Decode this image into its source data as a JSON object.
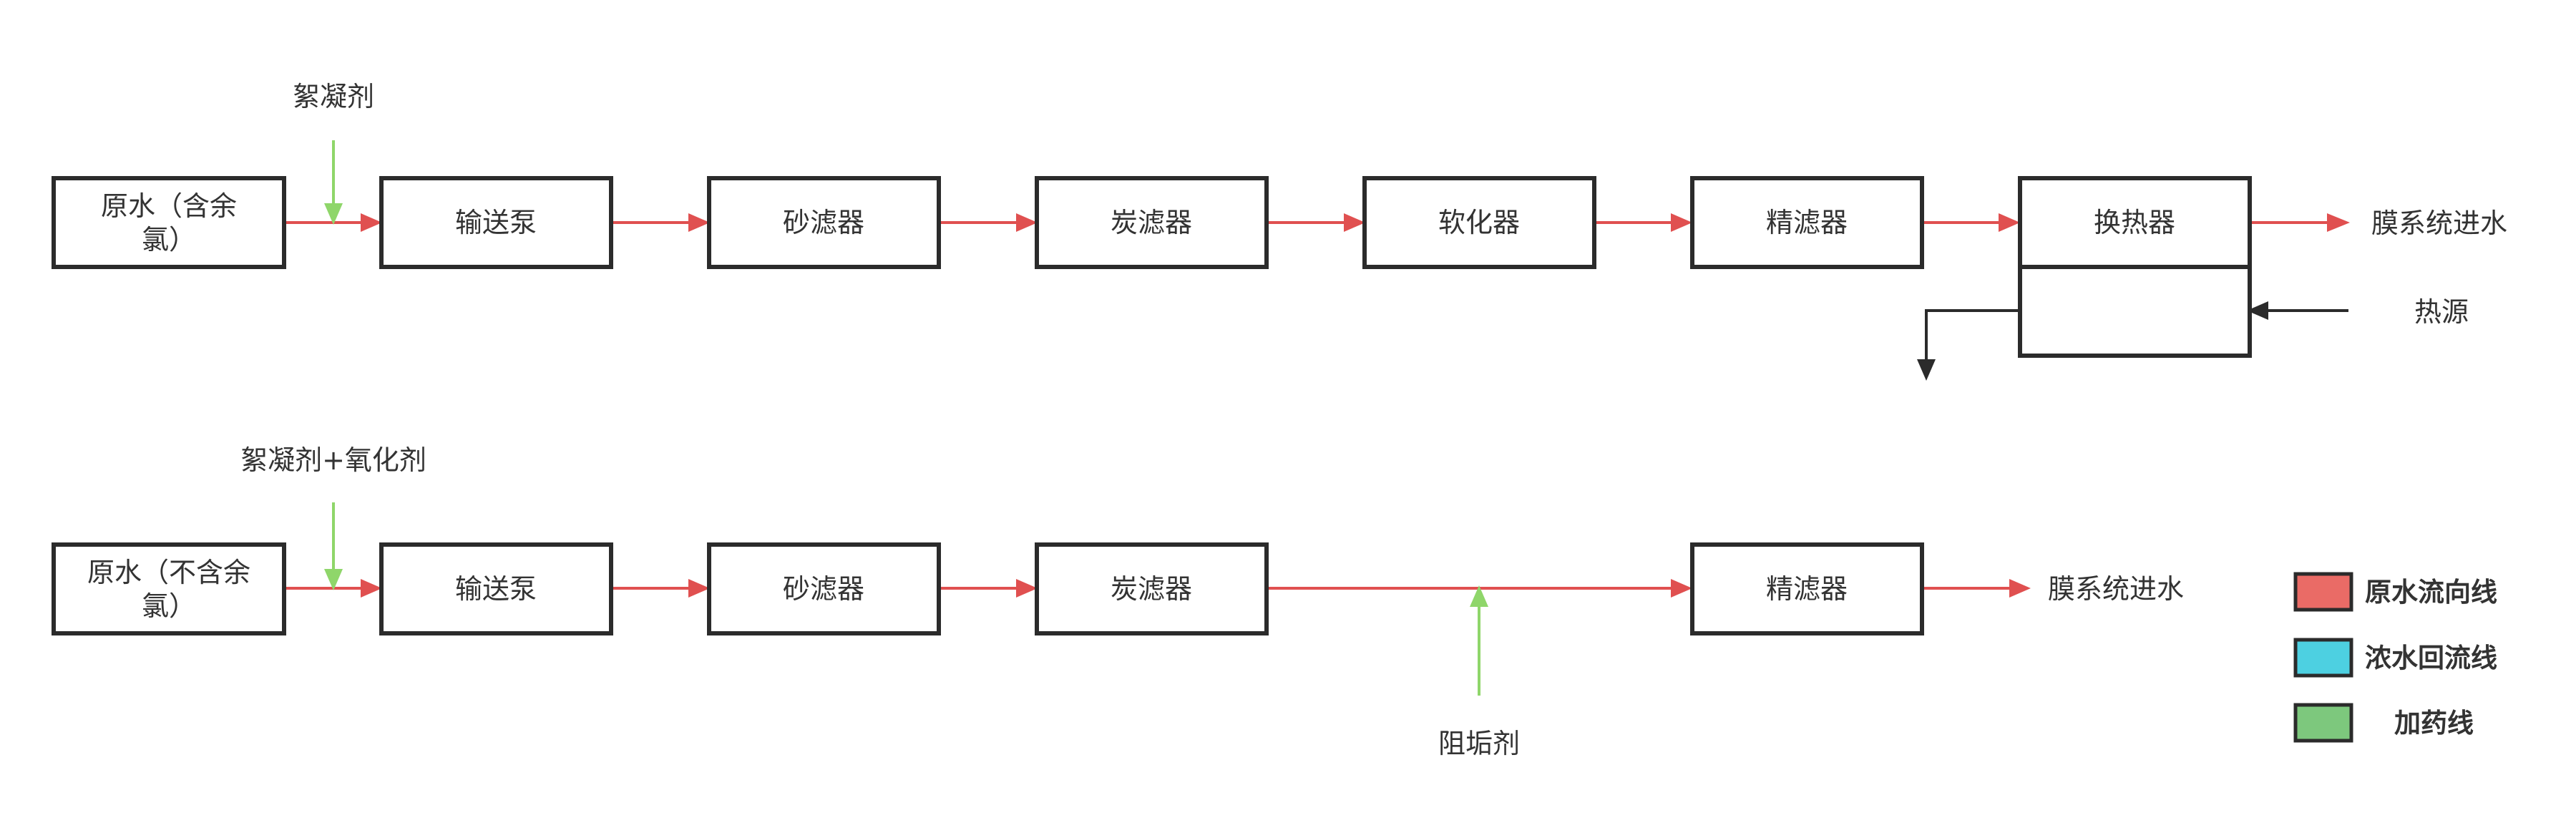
{
  "colors": {
    "raw_water_line": "#e05050",
    "concentrate_return_line": "#4dd0e1",
    "dosing_line": "#8fd66a",
    "box_stroke": "#2b2b2b",
    "legend_raw_fill": "#ea6b66",
    "legend_concentrate_fill": "#4dd0e1",
    "legend_dosing_fill": "#7dc87d"
  },
  "row1": {
    "source": [
      "原水（含余",
      "氯）"
    ],
    "pump": "输送泵",
    "sand_filter": "砂滤器",
    "carbon_filter": "炭滤器",
    "softener": "软化器",
    "fine_filter": "精滤器",
    "heat_exchanger": "换热器",
    "outlet": "膜系统进水",
    "heat_source": "热源",
    "dosing": "絮凝剂"
  },
  "row2": {
    "source": [
      "原水（不含余",
      "氯）"
    ],
    "pump": "输送泵",
    "sand_filter": "砂滤器",
    "carbon_filter": "炭滤器",
    "fine_filter": "精滤器",
    "outlet": "膜系统进水",
    "dosing": "絮凝剂+氧化剂",
    "antiscalant": "阻垢剂"
  },
  "legend": {
    "raw_water": "原水流向线",
    "concentrate_return": "浓水回流线",
    "dosing": "加药线"
  }
}
